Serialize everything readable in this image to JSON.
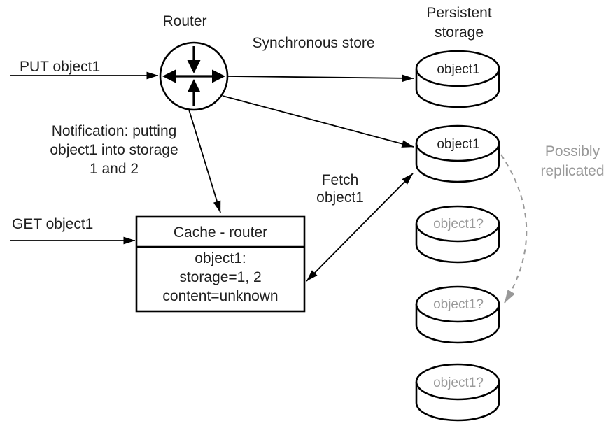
{
  "labels": {
    "router": "Router",
    "put": "PUT object1",
    "get": "GET object1",
    "synchronous_store": "Synchronous store",
    "persistent_storage": [
      "Persistent",
      "storage"
    ],
    "notification": [
      "Notification: putting",
      "object1 into storage",
      "1 and 2"
    ],
    "fetch": [
      "Fetch",
      "object1"
    ],
    "possibly_replicated": [
      "Possibly",
      "replicated"
    ]
  },
  "cache_box": {
    "title": "Cache - router",
    "body": [
      "object1:",
      "storage=1, 2",
      "content=unknown"
    ]
  },
  "storage_nodes": [
    {
      "label": "object1",
      "status": "stored"
    },
    {
      "label": "object1",
      "status": "stored"
    },
    {
      "label": "object1?",
      "status": "possibly-replicated"
    },
    {
      "label": "object1?",
      "status": "possibly-replicated"
    },
    {
      "label": "object1?",
      "status": "possibly-replicated"
    }
  ],
  "colors": {
    "stroke": "#000000",
    "text": "#1f1f1f",
    "muted": "#999999",
    "background": "#ffffff"
  }
}
